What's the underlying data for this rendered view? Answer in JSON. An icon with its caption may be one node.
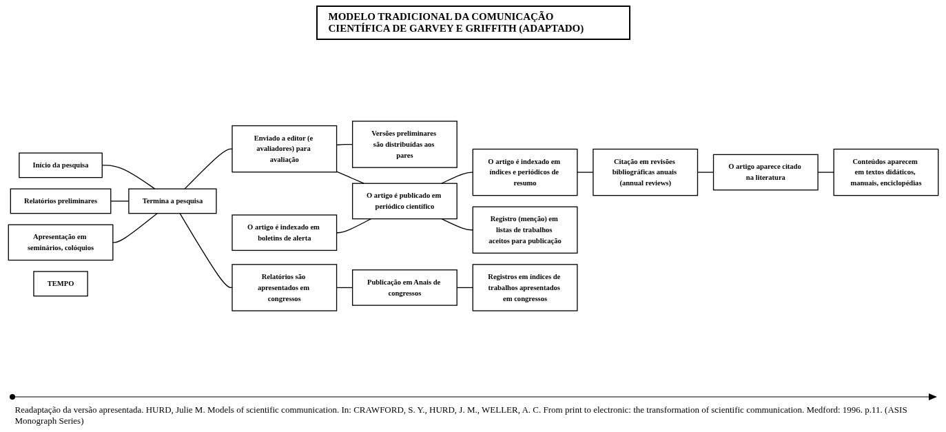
{
  "diagram": {
    "title": "MODELO TRADICIONAL DA COMUNICAÇÃO CIENTÍFICA DE GARVEY E GRIFFITH (ADAPTADO)",
    "caption": "Readaptação da versão apresentada. HURD, Julie M. Models of scientific communication. In: CRAWFORD, S. Y., HURD, J. M., WELLER, A. C. From print to electronic: the transformation of scientific communication. Medford: 1996. p.11. (ASIS Monograph Series)",
    "nodes": [
      {
        "text": [
          "Apresentação em seminários, colóquios"
        ]
      },
      {
        "text": [
          "Relatórios preliminares"
        ]
      },
      {
        "text": [
          "Versões preliminares são distribuídas aos pares"
        ]
      },
      {
        "text": [
          "O artigo é indexado em boletins de alerta"
        ]
      },
      {
        "text": [
          "Início da pesquisa"
        ]
      },
      {
        "text": [
          "Termina a pesquisa"
        ]
      },
      {
        "text": [
          "Enviado a editor (e avaliadores) para avaliação"
        ]
      },
      {
        "text": [
          "O artigo é publicado em periódico científico"
        ]
      },
      {
        "text": [
          "O artigo é indexado em índices e periódicos de resumo"
        ]
      },
      {
        "text": [
          "Citação em revisões bibliográficas anuais (annual reviews)"
        ]
      },
      {
        "text": [
          "O artigo aparece citado na literatura"
        ]
      },
      {
        "text": [
          "Conteúdos aparecem em textos didáticos, manuais, enciclopédias"
        ]
      },
      {
        "text": [
          "Relatórios são apresentados em congressos"
        ]
      },
      {
        "text": [
          "Registro (menção) em listas de trabalhos aceitos para publicação"
        ]
      },
      {
        "text": [
          "Publicação em Anais de congressos"
        ]
      },
      {
        "text": [
          "Registros em índices de trabalhos apresentados em congressos"
        ]
      },
      {
        "text": [
          "TEMPO"
        ]
      }
    ],
    "edges": [
      {
        "from": 4,
        "to": 5,
        "arrow": "none"
      },
      {
        "from": 1,
        "to": 5,
        "arrow": "none"
      },
      {
        "from": 0,
        "to": 5,
        "arrow": "none"
      },
      {
        "from": 5,
        "to": 6,
        "arrow": "none"
      },
      {
        "from": 6,
        "to": 2,
        "arrow": "none"
      },
      {
        "from": 6,
        "to": 7,
        "arrow": "none"
      },
      {
        "from": 3,
        "to": 7,
        "arrow": "none"
      },
      {
        "from": 7,
        "to": 13,
        "arrow": "none"
      },
      {
        "from": 7,
        "to": 8,
        "arrow": "none"
      },
      {
        "from": 8,
        "to": 9,
        "arrow": "none"
      },
      {
        "from": 9,
        "to": 10,
        "arrow": "none"
      },
      {
        "from": 10,
        "to": 11,
        "arrow": "none"
      },
      {
        "from": 5,
        "to": 12,
        "arrow": "none"
      },
      {
        "from": 12,
        "to": 14,
        "arrow": "none"
      },
      {
        "from": 14,
        "to": 15,
        "arrow": "none"
      }
    ]
  }
}
